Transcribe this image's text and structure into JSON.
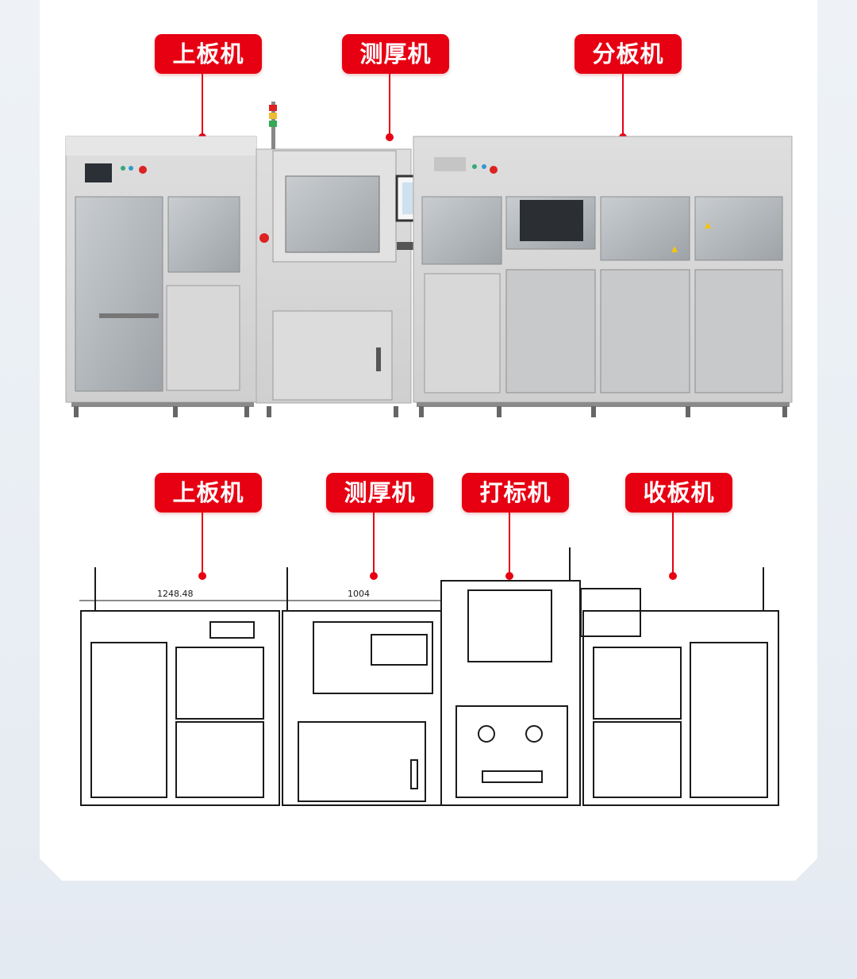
{
  "photo_section": {
    "labels": [
      "上板机",
      "测厚机",
      "分板机"
    ]
  },
  "drawing_section": {
    "labels": [
      "上板机",
      "测厚机",
      "打标机",
      "收板机"
    ],
    "dimensions": [
      "1248.48",
      "1004"
    ]
  },
  "colors": {
    "accent": "#e60012",
    "card": "#ffffff",
    "background": "#eef2f6"
  }
}
